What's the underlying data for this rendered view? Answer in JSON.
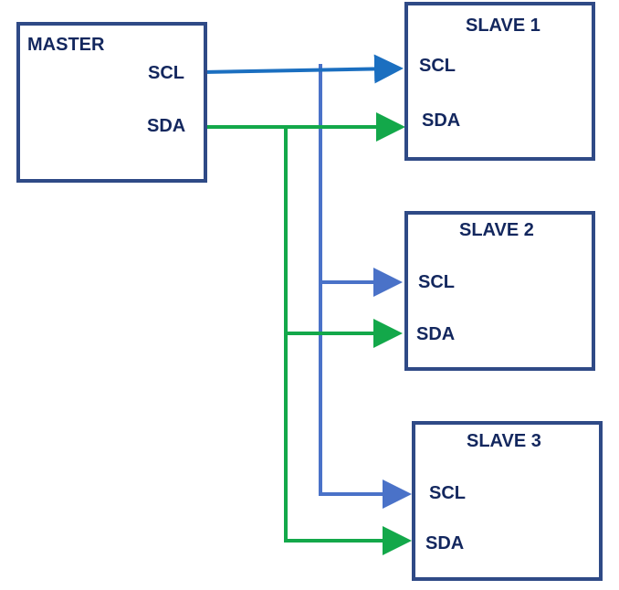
{
  "diagram": {
    "type": "I2C bus topology",
    "colors": {
      "box_border": "#2f4a86",
      "text": "#13275e",
      "scl_line_master": "#1b6fc0",
      "scl_line": "#4a72c8",
      "sda_line": "#13a84a"
    },
    "master": {
      "title": "MASTER",
      "pins": [
        "SCL",
        "SDA"
      ]
    },
    "slaves": [
      {
        "title": "SLAVE 1",
        "pins": [
          "SCL",
          "SDA"
        ]
      },
      {
        "title": "SLAVE 2",
        "pins": [
          "SCL",
          "SDA"
        ]
      },
      {
        "title": "SLAVE 3",
        "pins": [
          "SCL",
          "SDA"
        ]
      }
    ],
    "connections": [
      {
        "from": "MASTER.SCL",
        "to": [
          "SLAVE 1.SCL",
          "SLAVE 2.SCL",
          "SLAVE 3.SCL"
        ],
        "bus": "SCL"
      },
      {
        "from": "MASTER.SDA",
        "to": [
          "SLAVE 1.SDA",
          "SLAVE 2.SDA",
          "SLAVE 3.SDA"
        ],
        "bus": "SDA"
      }
    ]
  }
}
